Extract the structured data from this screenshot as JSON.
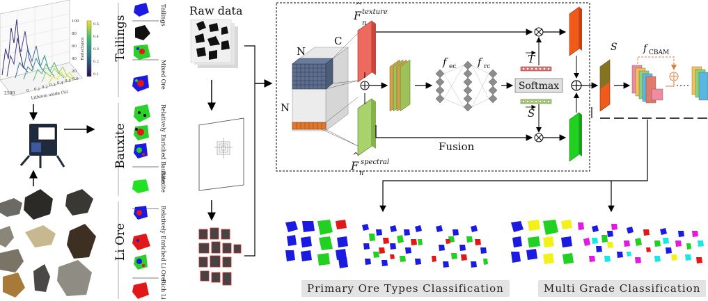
{
  "plot3d": {
    "y_label": "Lithium oxide (%)",
    "x_ticks": [
      "2500",
      "0",
      "0.1",
      "0.2",
      "0.3",
      "0.4",
      "0.5",
      "0.6"
    ],
    "z_ticks": [
      "100",
      "80",
      "60",
      "40",
      "20"
    ],
    "colorbar_label": "Reflectance",
    "colorbar_ticks": [
      "0.5",
      "0.4",
      "0.3",
      "0.2",
      "0.1"
    ]
  },
  "categories": [
    {
      "title": "Tailings",
      "items": [
        "Tailings",
        "Mixed Ore"
      ]
    },
    {
      "title": "Bauxite",
      "items": [
        "Relatively Enriched Bauxite",
        "Bauxite"
      ]
    },
    {
      "title": "Li Ore",
      "items": [
        "Relatively Enriched Li Ore",
        "Rich Li Ore"
      ]
    }
  ],
  "raw_data_label": "Raw data",
  "network": {
    "texture": "texture",
    "spectral": "spectral",
    "f_hat": "F",
    "n_sub": "n",
    "dim_n": "N",
    "dim_c": "C",
    "f": "f",
    "ec": "ec",
    "rc": "rc",
    "softmax": "Softmax",
    "t_vec": "T",
    "s_vec": "S",
    "fusion": "Fusion",
    "s_label": "S",
    "cbam": "CBAM"
  },
  "captions": {
    "primary": "Primary Ore Types Classification",
    "multi": "Multi Grade Classification"
  },
  "colors": {
    "red_feat": "#ef6a5e",
    "green_feat": "#a8d26c",
    "blue_cube": "#5d6f8c",
    "orange_cube": "#e0772a",
    "arrow": "#000000",
    "cbam_arrow": "#e07a3a",
    "class_blue": "#1a1ae0",
    "class_green": "#22d022",
    "class_red": "#e01818",
    "class_yellow": "#f2f21a",
    "class_magenta": "#e01ae0",
    "class_cyan": "#1ae6e6"
  }
}
